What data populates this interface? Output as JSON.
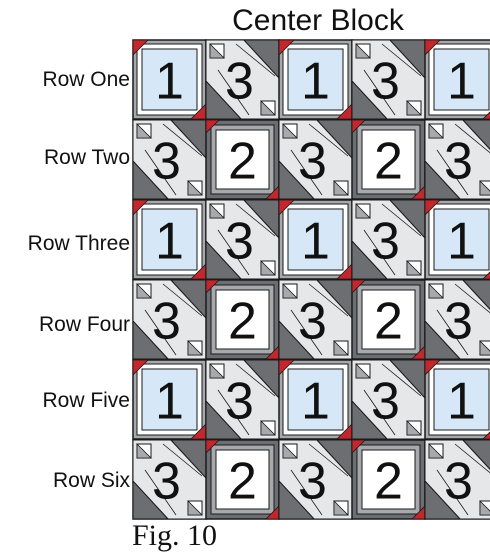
{
  "title": "Center Block",
  "caption": "Fig. 10",
  "rows": [
    {
      "label": "Row One",
      "blocks": [
        "1",
        "3",
        "1",
        "3",
        "1"
      ]
    },
    {
      "label": "Row Two",
      "blocks": [
        "3",
        "2",
        "3",
        "2",
        "3"
      ]
    },
    {
      "label": "Row Three",
      "blocks": [
        "1",
        "3",
        "1",
        "3",
        "1"
      ]
    },
    {
      "label": "Row Four",
      "blocks": [
        "3",
        "2",
        "3",
        "2",
        "3"
      ]
    },
    {
      "label": "Row Five",
      "blocks": [
        "1",
        "3",
        "1",
        "3",
        "1"
      ]
    },
    {
      "label": "Row Six",
      "blocks": [
        "3",
        "2",
        "3",
        "2",
        "3"
      ]
    }
  ],
  "colors": {
    "dark_gray": "#6d6e71",
    "medium_gray": "#a7a9ac",
    "light_gray": "#e6e7e8",
    "light_blue": "#d6e8f7",
    "white": "#ffffff",
    "red": "#c1272d",
    "outline": "#1a1a1a"
  }
}
